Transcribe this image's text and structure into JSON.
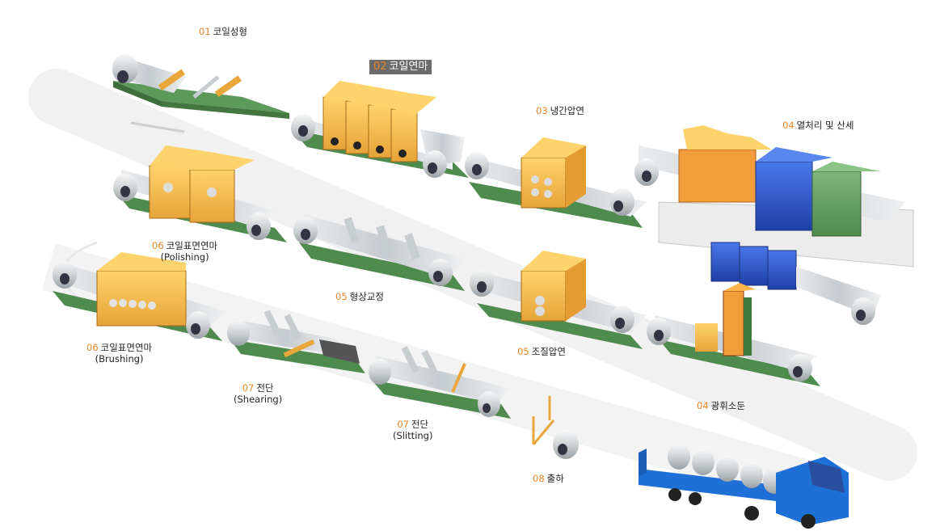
{
  "steps": [
    {
      "id": "s1",
      "num": "01",
      "name": "코일성형",
      "sub": ""
    },
    {
      "id": "s2",
      "num": "02",
      "name": "코일연마",
      "sub": ""
    },
    {
      "id": "s3",
      "num": "03",
      "name": "냉간압연",
      "sub": ""
    },
    {
      "id": "s4a",
      "num": "04",
      "name": "열처리 및 산세",
      "sub": ""
    },
    {
      "id": "s6p",
      "num": "06",
      "name": "코일표면연마",
      "sub": "(Polishing)"
    },
    {
      "id": "s5a",
      "num": "05",
      "name": "형상교정",
      "sub": ""
    },
    {
      "id": "s6b",
      "num": "06",
      "name": "코일표면연마",
      "sub": "(Brushing)"
    },
    {
      "id": "s5b",
      "num": "05",
      "name": "조질압연",
      "sub": ""
    },
    {
      "id": "s7a",
      "num": "07",
      "name": "전단",
      "sub": "(Shearing)"
    },
    {
      "id": "s7b",
      "num": "07",
      "name": "전단",
      "sub": "(Slitting)"
    },
    {
      "id": "s4b",
      "num": "04",
      "name": "광휘소둔",
      "sub": ""
    },
    {
      "id": "s8",
      "num": "08",
      "name": "출하",
      "sub": ""
    }
  ],
  "colors": {
    "accent": "#e8862a",
    "gold": "#f0b545",
    "base": "#4f8a4e",
    "blue": "#2e56c8",
    "green": "#5e9a5a",
    "truck": "#1e6fd6"
  }
}
